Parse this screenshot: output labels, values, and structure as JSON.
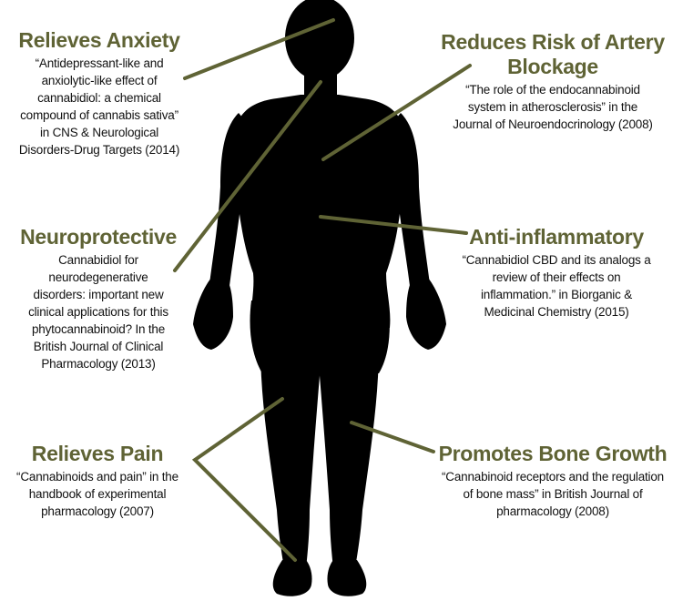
{
  "colors": {
    "heading": "#5f6335",
    "connector": "#5f6335",
    "silhouette": "#000000",
    "text": "#111111"
  },
  "callouts": {
    "anxiety": {
      "heading": "Relieves Anxiety",
      "citation": [
        "“Antidepressant-like and",
        "anxiolytic-like effect of",
        "cannabidiol: a chemical",
        "compound of cannabis sativa”",
        "in CNS & Neurological",
        "Disorders-Drug Targets (2014)"
      ]
    },
    "artery": {
      "heading": [
        "Reduces Risk of Artery",
        "Blockage"
      ],
      "citation": [
        "“The role of the endocannabinoid",
        "system in atherosclerosis” in the",
        "Journal of Neuroendocrinology (2008)"
      ]
    },
    "neuro": {
      "heading": "Neuroprotective",
      "citation": [
        "Cannabidiol for",
        "neurodegenerative",
        "disorders: important new",
        "clinical applications for this",
        "phytocannabinoid? In the",
        "British Journal of Clinical",
        "Pharmacology (2013)"
      ]
    },
    "inflammatory": {
      "heading": "Anti-inflammatory",
      "citation": [
        "“Cannabidiol CBD and its analogs a",
        "review of their effects on",
        "inflammation.” in Biorganic &",
        "Medicinal Chemistry (2015)"
      ]
    },
    "pain": {
      "heading": "Relieves Pain",
      "citation": [
        "“Cannabinoids and pain” in the",
        "handbook of experimental",
        "pharmacology (2007)"
      ]
    },
    "bone": {
      "heading": "Promotes Bone Growth",
      "citation": [
        "“Cannabinoid receptors and the regulation",
        "of bone mass” in British Journal of",
        "pharmacology (2008)"
      ]
    }
  }
}
